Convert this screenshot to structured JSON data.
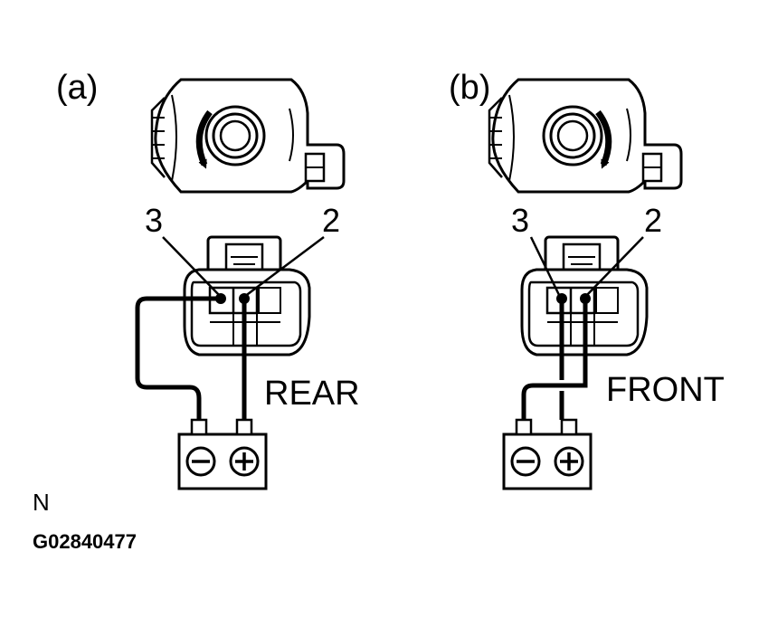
{
  "panels": [
    {
      "label": "(a)",
      "pin_left": "3",
      "pin_right": "2",
      "direction": "REAR",
      "rotation": "counterclockwise"
    },
    {
      "label": "(b)",
      "pin_left": "3",
      "pin_right": "2",
      "direction": "FRONT",
      "rotation": "clockwise"
    }
  ],
  "battery": {
    "negative_symbol": "minus-icon",
    "positive_symbol": "plus-icon"
  },
  "footer": {
    "note": "N",
    "figure_id": "G02840477"
  }
}
